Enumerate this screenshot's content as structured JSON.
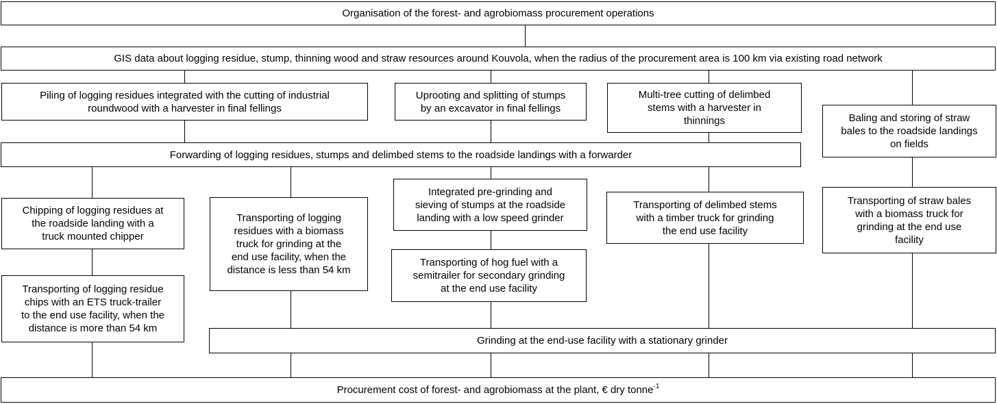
{
  "diagram": {
    "top": "Organisation of  the forest- and agrobiomass procurement operations",
    "gis": "GIS data about logging residue, stump,  thinning  wood  and straw resources around Kouvola,  when  the radius of  the procurement  area is 100 km via existing  road  network",
    "piling": "Piling of logging residues integrated with the cutting of industrial\nroundwood  with a harvester in final fellings",
    "uprooting": "Uprooting and splitting of stumps\nby an excavator in final fellings",
    "multitree": "Multi-tree cutting of delimbed\nstems  with a harvester in\nthinnings",
    "baling": "Baling and storing of straw\nbales to the roadside landings\non fields",
    "forwarding": "Forwarding of logging residues, stumps  and delimbed stems to the roadside landings  with a forwarder",
    "chipping": "Chipping of  logging residues at\nthe roadside landing with a\ntruck mounted chipper",
    "transport_residues": "Transporting of  logging\nresidues with a biomass\ntruck for grinding at  the\nend use facility, when the\ndistance is less than 54 km",
    "pregrinding": "Integrated  pre-grinding and\nsieving of  stumps at the roadside\nlanding with a low speed grinder",
    "transport_stems": "Transporting of delimbed stems\nwith a timber truck  for  grinding\nthe end use facility",
    "transport_straw": "Transporting of  straw bales\nwith a biomass truck for\ngrinding at  the end use\nfacility",
    "transport_chips": "Transporting of  logging residue\nchips with an ETS truck-trailer\nto the end use facility, when the\ndistance is more than 54 km",
    "hogfuel": "Transporting  of hog fuel with a\nsemitrailer for secondary grinding\nat the end use facility",
    "grinding": "Grinding at the end-use facility with a stationary grinder",
    "cost": "Procurement cost of forest- and agrobiomass at the plant, €  dry tonne",
    "cost_sup": "-1"
  }
}
